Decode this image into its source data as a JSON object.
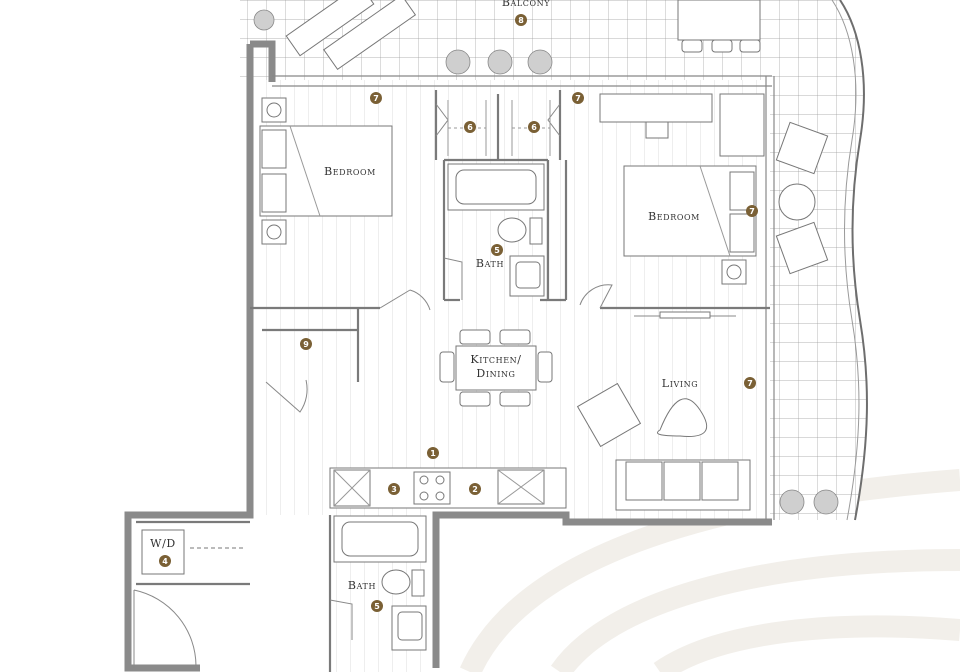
{
  "plan": {
    "rooms": {
      "balcony": "Balcony",
      "bedroom_left": "Bedroom",
      "bedroom_right": "Bedroom",
      "bath_upper": "Bath",
      "bath_lower": "Bath",
      "kitchen_line1": "Kitchen/",
      "kitchen_line2": "Dining",
      "living": "Living",
      "wd": "W/D"
    },
    "markers": [
      {
        "id": "m8",
        "label": "8"
      },
      {
        "id": "m7a",
        "label": "7"
      },
      {
        "id": "m7b",
        "label": "7"
      },
      {
        "id": "m6a",
        "label": "6"
      },
      {
        "id": "m6b",
        "label": "6"
      },
      {
        "id": "m7c",
        "label": "7"
      },
      {
        "id": "m5a",
        "label": "5"
      },
      {
        "id": "m9",
        "label": "9"
      },
      {
        "id": "m7d",
        "label": "7"
      },
      {
        "id": "m1",
        "label": "1"
      },
      {
        "id": "m3",
        "label": "3"
      },
      {
        "id": "m2",
        "label": "2"
      },
      {
        "id": "m4",
        "label": "4"
      },
      {
        "id": "m5b",
        "label": "5"
      }
    ]
  },
  "colors": {
    "wall": "#8c8c8c",
    "line": "#7a7a7a",
    "floor": "#dcdcdc",
    "badge": "#7a6035",
    "watermark": "#f4f2ee"
  }
}
